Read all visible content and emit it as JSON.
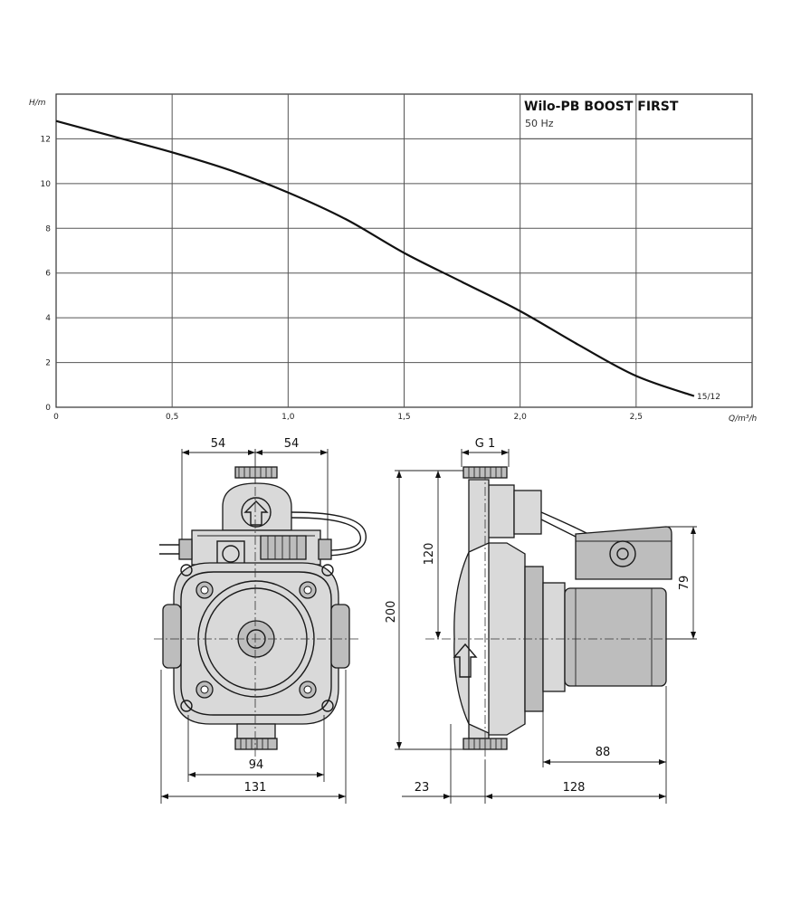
{
  "chart_data": {
    "type": "line",
    "title": "Wilo-PB BOOST FIRST",
    "subtitle": "50 Hz",
    "xlabel": "Q/m³/h",
    "ylabel": "H/m",
    "xlim": [
      0,
      3.0
    ],
    "ylim": [
      0,
      14
    ],
    "x_ticks": [
      "0",
      "0,5",
      "1,0",
      "1,5",
      "2,0",
      "2,5"
    ],
    "x_tick_values": [
      0,
      0.5,
      1.0,
      1.5,
      2.0,
      2.5
    ],
    "y_ticks": [
      "0",
      "2",
      "4",
      "6",
      "8",
      "10",
      "12"
    ],
    "y_tick_values": [
      0,
      2,
      4,
      6,
      8,
      10,
      12
    ],
    "grid": true,
    "series": [
      {
        "name": "15/12",
        "x": [
          0,
          0.25,
          0.5,
          0.75,
          1.0,
          1.25,
          1.5,
          1.75,
          2.0,
          2.25,
          2.5,
          2.75
        ],
        "y": [
          12.8,
          12.1,
          11.4,
          10.6,
          9.6,
          8.4,
          6.9,
          5.6,
          4.3,
          2.8,
          1.4,
          0.5
        ]
      }
    ]
  },
  "drawing": {
    "front_dims": {
      "left_half": "54",
      "right_half": "54",
      "inner_width": "94",
      "outer_width": "131"
    },
    "side_dims": {
      "thread": "G 1",
      "height_total": "200",
      "height_upper": "120",
      "motor_height": "79",
      "motor_length": "88",
      "depth": "128",
      "offset": "23"
    }
  }
}
